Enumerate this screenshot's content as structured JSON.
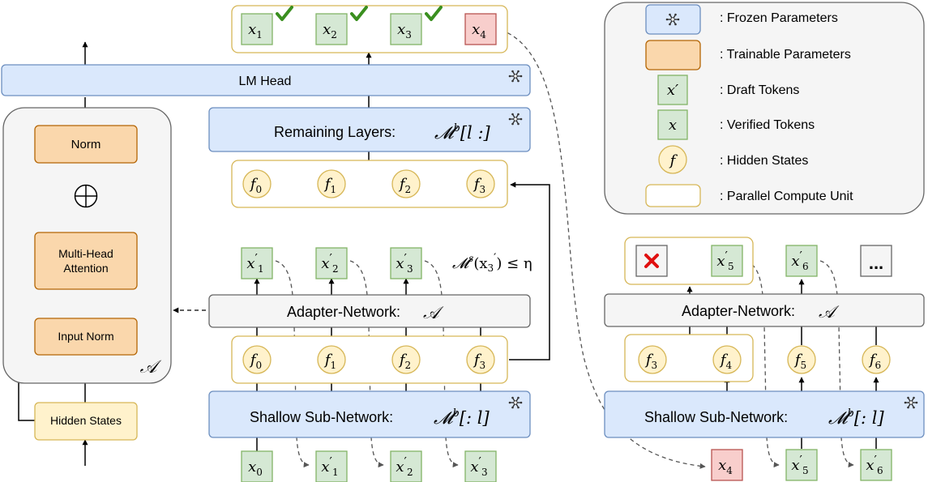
{
  "colors": {
    "frozen_fill": "#dae8fc",
    "frozen_stroke": "#6c8ebf",
    "trainable_fill": "#fad7ac",
    "trainable_stroke": "#b46504",
    "token_fill": "#d5e8d4",
    "token_stroke": "#82b366",
    "hidden_fill": "#fff2cc",
    "hidden_stroke": "#d6b656",
    "rejected_fill": "#f8cecc",
    "rejected_stroke": "#b85450",
    "panel_fill": "#f5f5f5",
    "panel_stroke": "#666666",
    "check": "#3a8f1f",
    "cross": "#e01010"
  },
  "icons": {
    "frozen": "snowflake-icon",
    "check": "check-mark-icon",
    "reject": "cross-mark-icon",
    "add": "circle-plus-icon"
  },
  "adapter_detail": {
    "norm": "Norm",
    "attention_line1": "Multi-Head",
    "attention_line2": "Attention",
    "input_norm": "Input Norm",
    "symbol": "𝒜",
    "hidden_states_input": "Hidden States"
  },
  "main_flow": {
    "lm_head": "LM Head",
    "remaining_prefix": "Remaining Layers:",
    "remaining_math": "𝓜",
    "remaining_sup": "b",
    "remaining_bracket": "[l :]",
    "adapter_prefix": "Adapter-Network:",
    "adapter_math": "𝒜",
    "shallow_prefix": "Shallow Sub-Network:",
    "shallow_math": "𝓜",
    "shallow_sup": "b",
    "shallow_bracket": "[: l]",
    "top_tokens": [
      {
        "base": "x",
        "sub": "1",
        "prime": ""
      },
      {
        "base": "x",
        "sub": "2",
        "prime": ""
      },
      {
        "base": "x",
        "sub": "3",
        "prime": ""
      },
      {
        "base": "x",
        "sub": "4",
        "prime": ""
      }
    ],
    "hidden_upper": [
      {
        "base": "f",
        "sub": "0"
      },
      {
        "base": "f",
        "sub": "1"
      },
      {
        "base": "f",
        "sub": "2"
      },
      {
        "base": "f",
        "sub": "3"
      }
    ],
    "draft_tokens": [
      {
        "base": "x",
        "sub": "1",
        "prime": "′"
      },
      {
        "base": "x",
        "sub": "2",
        "prime": "′"
      },
      {
        "base": "x",
        "sub": "3",
        "prime": "′"
      }
    ],
    "hidden_lower": [
      {
        "base": "f",
        "sub": "0"
      },
      {
        "base": "f",
        "sub": "1"
      },
      {
        "base": "f",
        "sub": "2"
      },
      {
        "base": "f",
        "sub": "3"
      }
    ],
    "input_tokens": [
      {
        "base": "x",
        "sub": "0",
        "prime": ""
      },
      {
        "base": "x",
        "sub": "1",
        "prime": "′"
      },
      {
        "base": "x",
        "sub": "2",
        "prime": "′"
      },
      {
        "base": "x",
        "sub": "3",
        "prime": "′"
      }
    ],
    "threshold": {
      "m": "𝓜",
      "sup": "s",
      "args": "(x",
      "sub": "3",
      "prime": "′",
      "tail": ") ≤ η"
    }
  },
  "right_flow": {
    "adapter_prefix": "Adapter-Network:",
    "adapter_math": "𝒜",
    "shallow_prefix": "Shallow Sub-Network:",
    "shallow_math": "𝓜",
    "shallow_sup": "b",
    "shallow_bracket": "[: l]",
    "output_tokens": [
      {
        "base": "x",
        "sub": "5",
        "prime": "′"
      },
      {
        "base": "x",
        "sub": "6",
        "prime": "′"
      }
    ],
    "ellipsis": "...",
    "hidden": [
      {
        "base": "f",
        "sub": "3"
      },
      {
        "base": "f",
        "sub": "4"
      },
      {
        "base": "f",
        "sub": "5"
      },
      {
        "base": "f",
        "sub": "6"
      }
    ],
    "input_tokens": [
      {
        "base": "x",
        "sub": "4",
        "prime": ""
      },
      {
        "base": "x",
        "sub": "5",
        "prime": "′"
      },
      {
        "base": "x",
        "sub": "6",
        "prime": "′"
      }
    ]
  },
  "legend": {
    "items": [
      {
        "symbol": "",
        "label": ": Frozen Parameters"
      },
      {
        "symbol": "",
        "label": ": Trainable Parameters"
      },
      {
        "symbol": "x′",
        "label": ": Draft Tokens"
      },
      {
        "symbol": "x",
        "label": ": Verified Tokens"
      },
      {
        "symbol": "f",
        "label": ": Hidden States"
      },
      {
        "symbol": "",
        "label": ": Parallel Compute Unit"
      }
    ]
  }
}
